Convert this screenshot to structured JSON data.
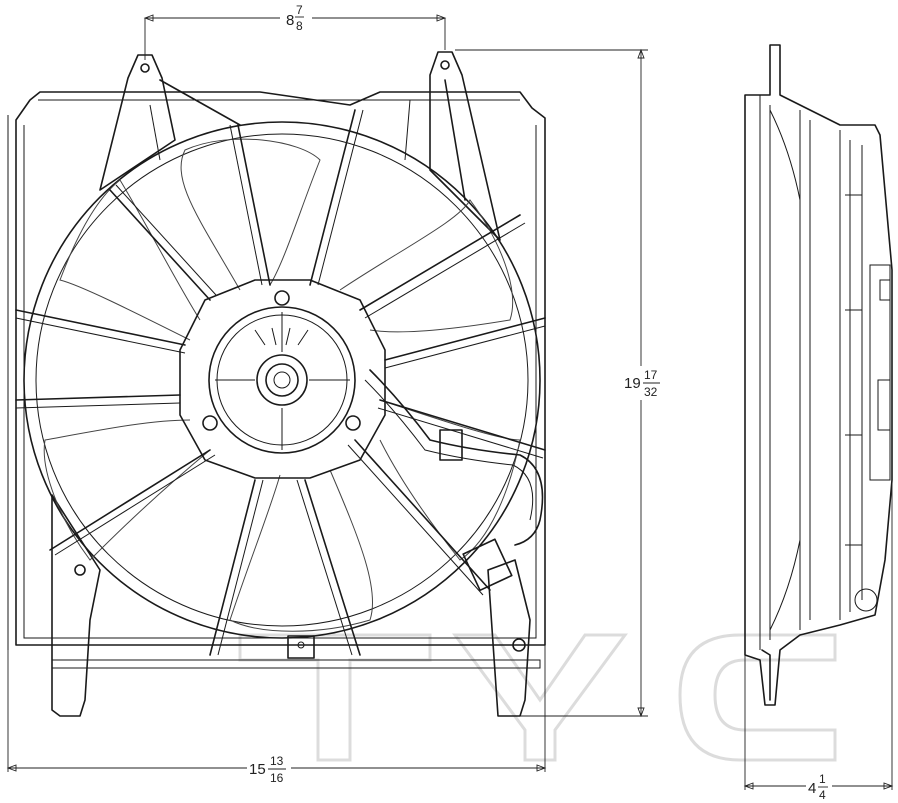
{
  "dimensions": {
    "top_width": {
      "whole": "8",
      "num": "7",
      "den": "8"
    },
    "height": {
      "whole": "19",
      "num": "17",
      "den": "32"
    },
    "bottom_width": {
      "whole": "15",
      "num": "13",
      "den": "16"
    },
    "depth": {
      "whole": "4",
      "num": "1",
      "den": "4"
    }
  },
  "watermark": {
    "icon": "tyc-logo-icon",
    "color": "#dcdcdc"
  },
  "colors": {
    "line": "#1a1a1a",
    "background": "#ffffff"
  }
}
